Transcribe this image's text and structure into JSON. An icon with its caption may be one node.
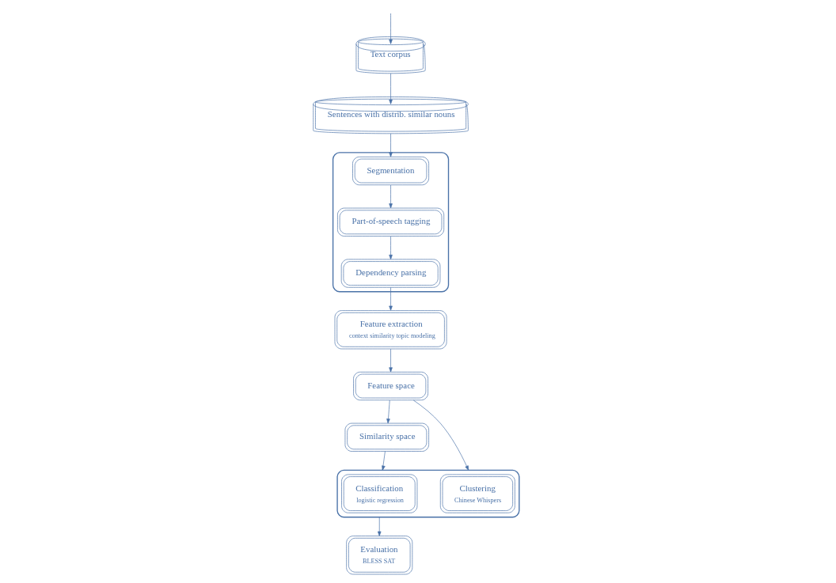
{
  "diagram": {
    "nodes": [
      {
        "text": [
          "Sentences with distrib. similar nouns"
        ]
      },
      {
        "text": [
          "Text corpus"
        ]
      },
      {
        "text": [],
        "shape": "box"
      },
      {
        "text": [
          "Segmentation"
        ],
        "in": 2
      },
      {
        "text": [
          "Part-of-speech tagging"
        ],
        "in": 2
      },
      {
        "text": [
          "Dependency parsing"
        ],
        "in": 2
      },
      {
        "text": [
          "Feature extraction",
          "context similarity topic modeling"
        ]
      },
      {
        "text": [
          "Similarity space"
        ]
      },
      {
        "text": [
          "Feature space"
        ]
      },
      {
        "text": [],
        "shape": "box"
      },
      {
        "text": [
          "Classification",
          "logistic regression"
        ],
        "in": 9
      },
      {
        "text": [
          "Clustering",
          "Chinese Whispers"
        ],
        "in": 9
      },
      {
        "text": [
          "Evaluation",
          "BLESS SAT"
        ]
      }
    ],
    "edges": [
      {
        "from": null,
        "to": 1,
        "arrow": "to"
      },
      {
        "from": 1,
        "to": 0,
        "arrow": "to"
      },
      {
        "from": 0,
        "to": 3,
        "arrow": "to"
      },
      {
        "from": 3,
        "to": 4,
        "arrow": "to"
      },
      {
        "from": 4,
        "to": 5,
        "arrow": "to"
      },
      {
        "from": 5,
        "to": 6,
        "arrow": "to"
      },
      {
        "from": 6,
        "to": 8,
        "arrow": "to"
      },
      {
        "from": 8,
        "to": 7,
        "arrow": "to"
      },
      {
        "from": 7,
        "to": 9,
        "arrow": "to"
      },
      {
        "from": 8,
        "to": 9,
        "arrow": "to"
      },
      {
        "from": 9,
        "to": 12,
        "arrow": "to"
      }
    ]
  }
}
